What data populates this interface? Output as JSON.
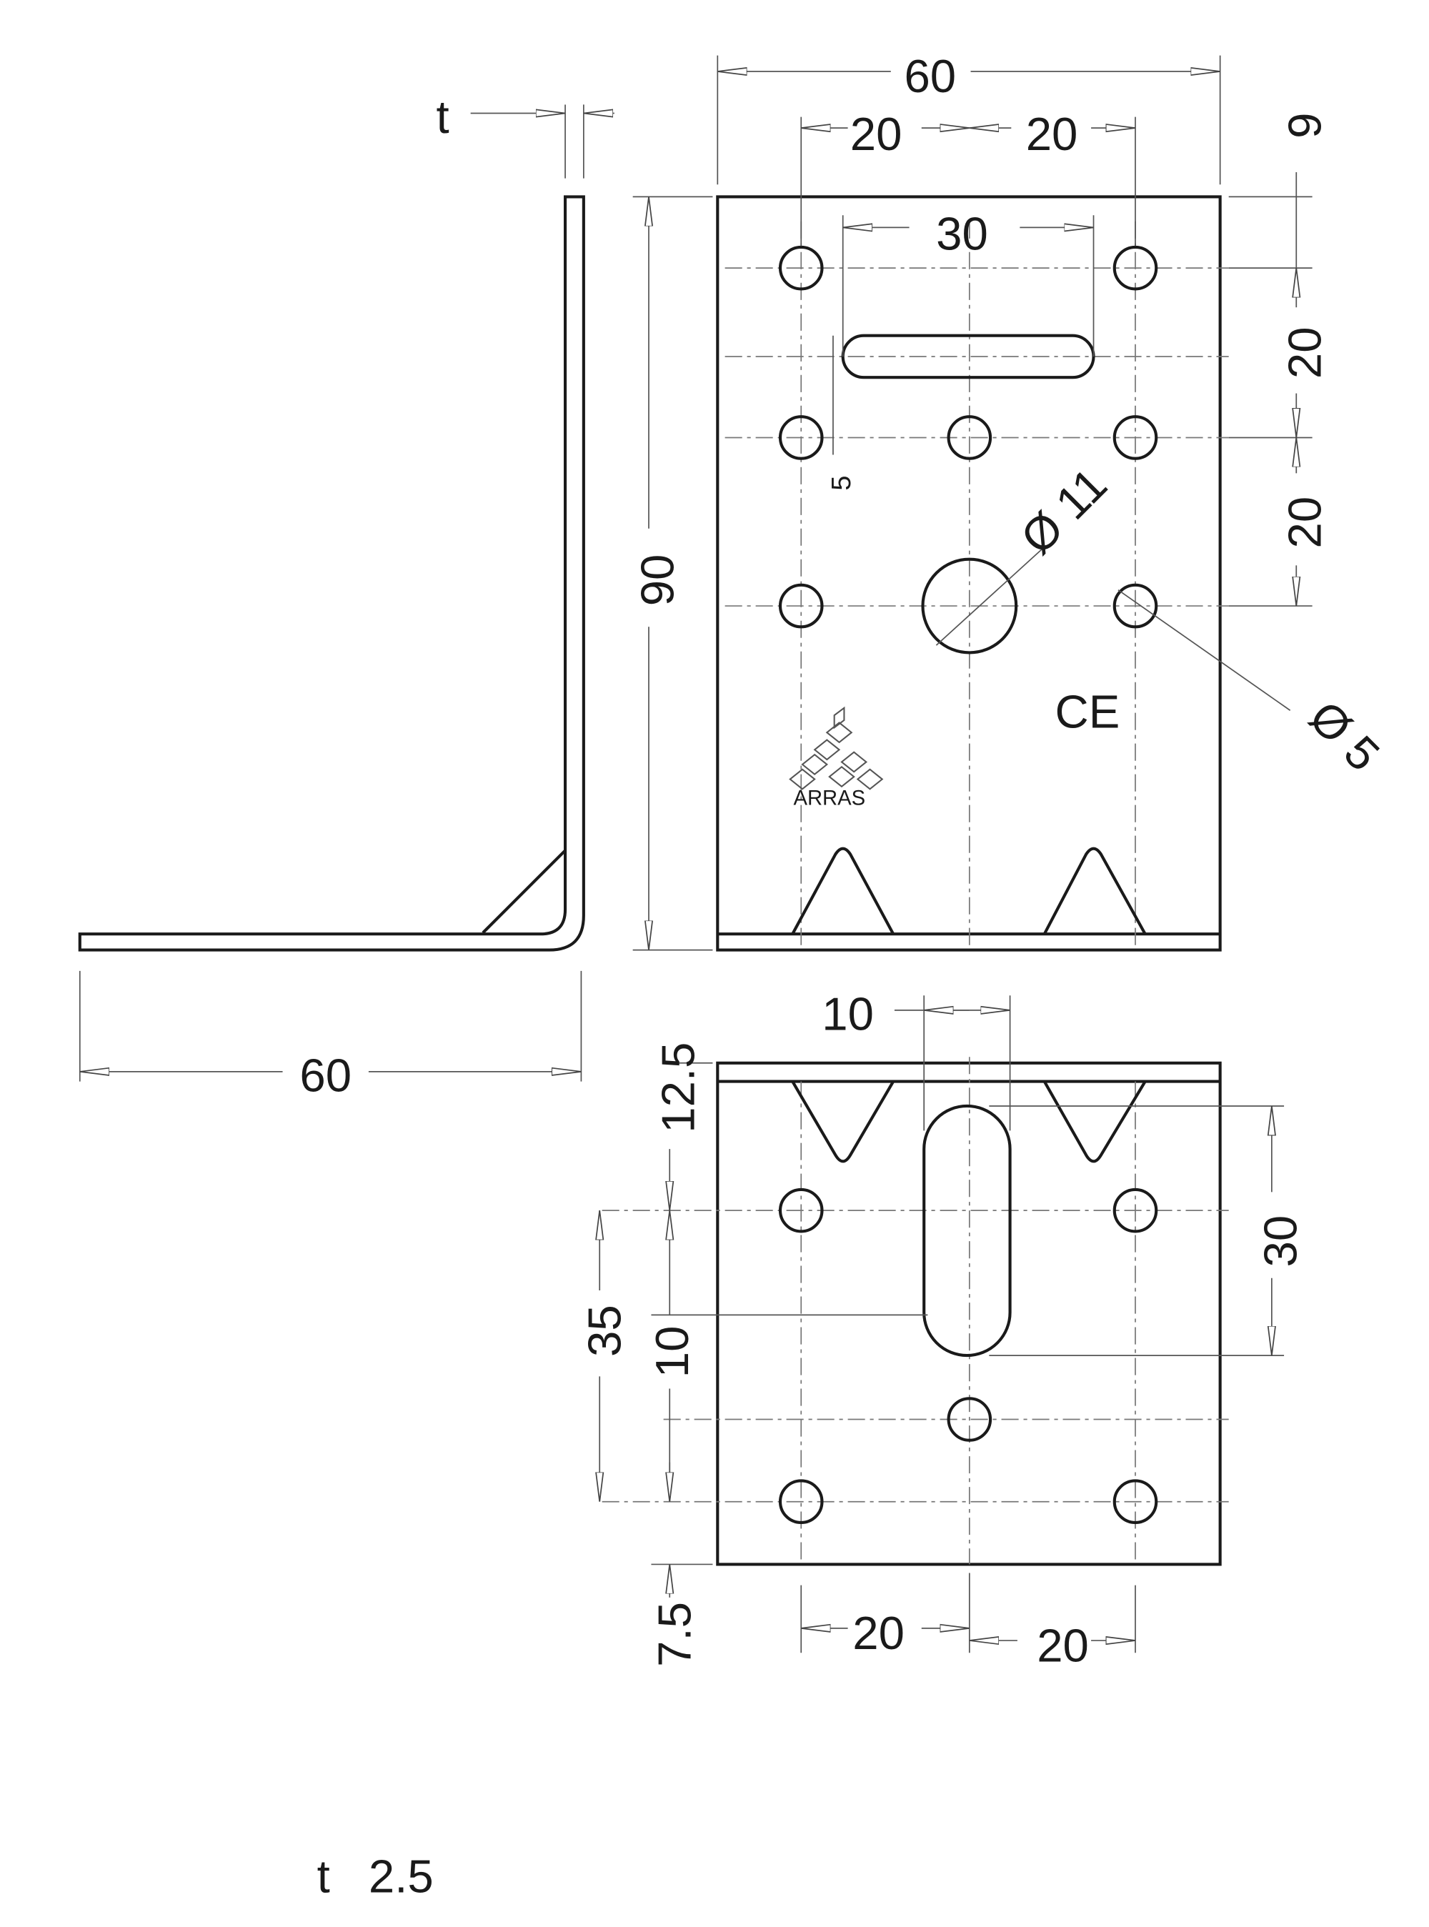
{
  "drawing": {
    "side_view": {
      "thickness_label": "t",
      "width_label": "60"
    },
    "front_view": {
      "overall_width": "60",
      "hole_spacing_left": "20",
      "hole_spacing_right": "20",
      "slot_length": "30",
      "height": "90",
      "edge_to_first_row": "9",
      "row_spacing_1": "20",
      "row_spacing_2": "20",
      "slot_width": "5",
      "large_hole_diameter": "Ø 11",
      "small_hole_diameter": "Ø 5",
      "ce_mark": "CE",
      "logo_text": "ARRAS"
    },
    "base_view": {
      "slot_width": "10",
      "slot_length": "30",
      "edge_to_first_row": "12.5",
      "row_span": "35",
      "slot_offset": "10",
      "bottom_edge": "7.5",
      "hole_spacing_left": "20",
      "hole_spacing_right": "20"
    },
    "thickness_note": {
      "label": "t",
      "value": "2.5"
    }
  }
}
